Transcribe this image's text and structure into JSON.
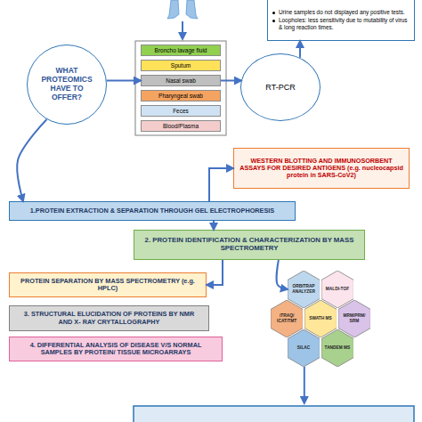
{
  "diagram": {
    "nodes": [
      {
        "text": [
          "Urine samples do not displayed any positive tests.",
          "Loopholes: less sensitivity due to mutability of virus & long reaction times."
        ]
      },
      {
        "text": [
          "WHAT PROTEOMICS HAVE TO OFFER?"
        ]
      },
      {
        "text": [
          "Broncho lavage fluid"
        ]
      },
      {
        "text": [
          "Sputum"
        ]
      },
      {
        "text": [
          "Nasal swab"
        ]
      },
      {
        "text": [
          "Pharyngeal swab"
        ]
      },
      {
        "text": [
          "Feces"
        ]
      },
      {
        "text": [
          "Blood/Plasma"
        ]
      },
      {
        "text": [
          "RT-PCR"
        ]
      },
      {
        "text": [
          "WESTERN BLOTTING AND IMMUNOSORBENT ASSAYS FOR DESIRED ANTIGENS (e.g. nucleocapsid protein in SARS-CoV2)"
        ]
      },
      {
        "text": [
          "1.PROTEIN EXTRACTION & SEPARATION THROUGH GEL ELECTROPHORESIS"
        ]
      },
      {
        "text": [
          "2. PROTEIN IDENTIFICATION & CHARACTERIZATION BY MASS SPECTROMETRY"
        ]
      },
      {
        "text": [
          "PROTEIN SEPARATION BY MASS SPECTROMETRY (e.g. HPLC)"
        ]
      },
      {
        "text": [
          "ORBITRAP ANALYZER"
        ]
      },
      {
        "text": [
          "MALDI-TOF"
        ]
      },
      {
        "text": [
          "iTRAQ/ ICAT/TMT"
        ]
      },
      {
        "text": [
          "SWATH MS"
        ]
      },
      {
        "text": [
          "MRM/PRM/ SRM"
        ]
      },
      {
        "text": [
          "SILAC"
        ]
      },
      {
        "text": [
          "TANDEM MS"
        ]
      },
      {
        "text": [
          "3. STRUCTURAL ELUCIDATION OF PROTEINS BY NMR AND X- RAY CRYTALLOGRAPHY"
        ]
      },
      {
        "text": [
          "4. DIFFERENTIAL ANALYSIS OF DISEASE V/S NORMAL SAMPLES BY PROTEIN/ TISSUE MICROARRAYS"
        ]
      }
    ],
    "edges": [
      {
        "from": 1,
        "to": 4,
        "arrow": "to"
      },
      {
        "from": 4,
        "to": 8,
        "arrow": "to"
      },
      {
        "from": 8,
        "to": 0,
        "arrow": "to"
      },
      {
        "from": 1,
        "to": 10,
        "arrow": "to"
      },
      {
        "from": 10,
        "to": 9,
        "arrow": "to"
      },
      {
        "from": 10,
        "to": 11,
        "arrow": "to"
      },
      {
        "from": 11,
        "to": 12,
        "arrow": "to"
      },
      {
        "from": 11,
        "to": 13,
        "arrow": "to"
      }
    ]
  }
}
